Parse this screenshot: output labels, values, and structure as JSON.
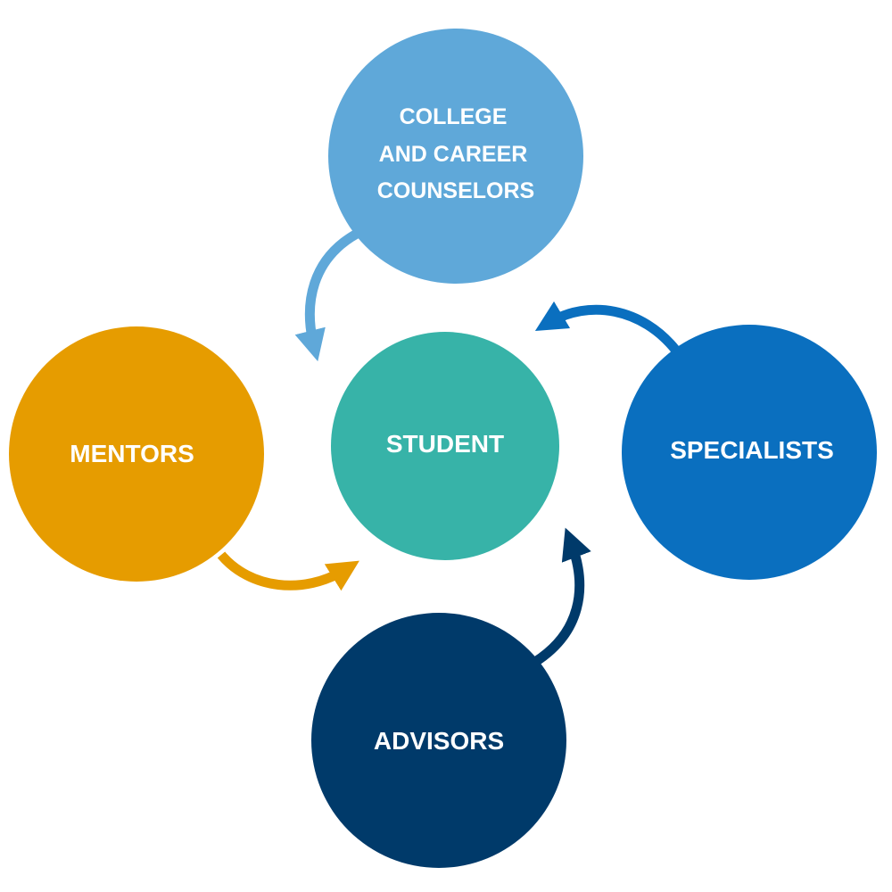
{
  "diagram": {
    "center": {
      "lines": [
        "STUDENT"
      ],
      "color": "#37b3a8"
    },
    "nodes": [
      {
        "id": "college-career-counselors",
        "lines": [
          "COLLEGE",
          "AND CAREER",
          "COUNSELORS"
        ],
        "color": "#5fa8d9"
      },
      {
        "id": "specialists",
        "lines": [
          "SPECIALISTS"
        ],
        "color": "#0a6fbf"
      },
      {
        "id": "advisors",
        "lines": [
          "ADVISORS"
        ],
        "color": "#003a6a"
      },
      {
        "id": "mentors",
        "lines": [
          "MENTORS"
        ],
        "color": "#e69c00"
      }
    ]
  }
}
